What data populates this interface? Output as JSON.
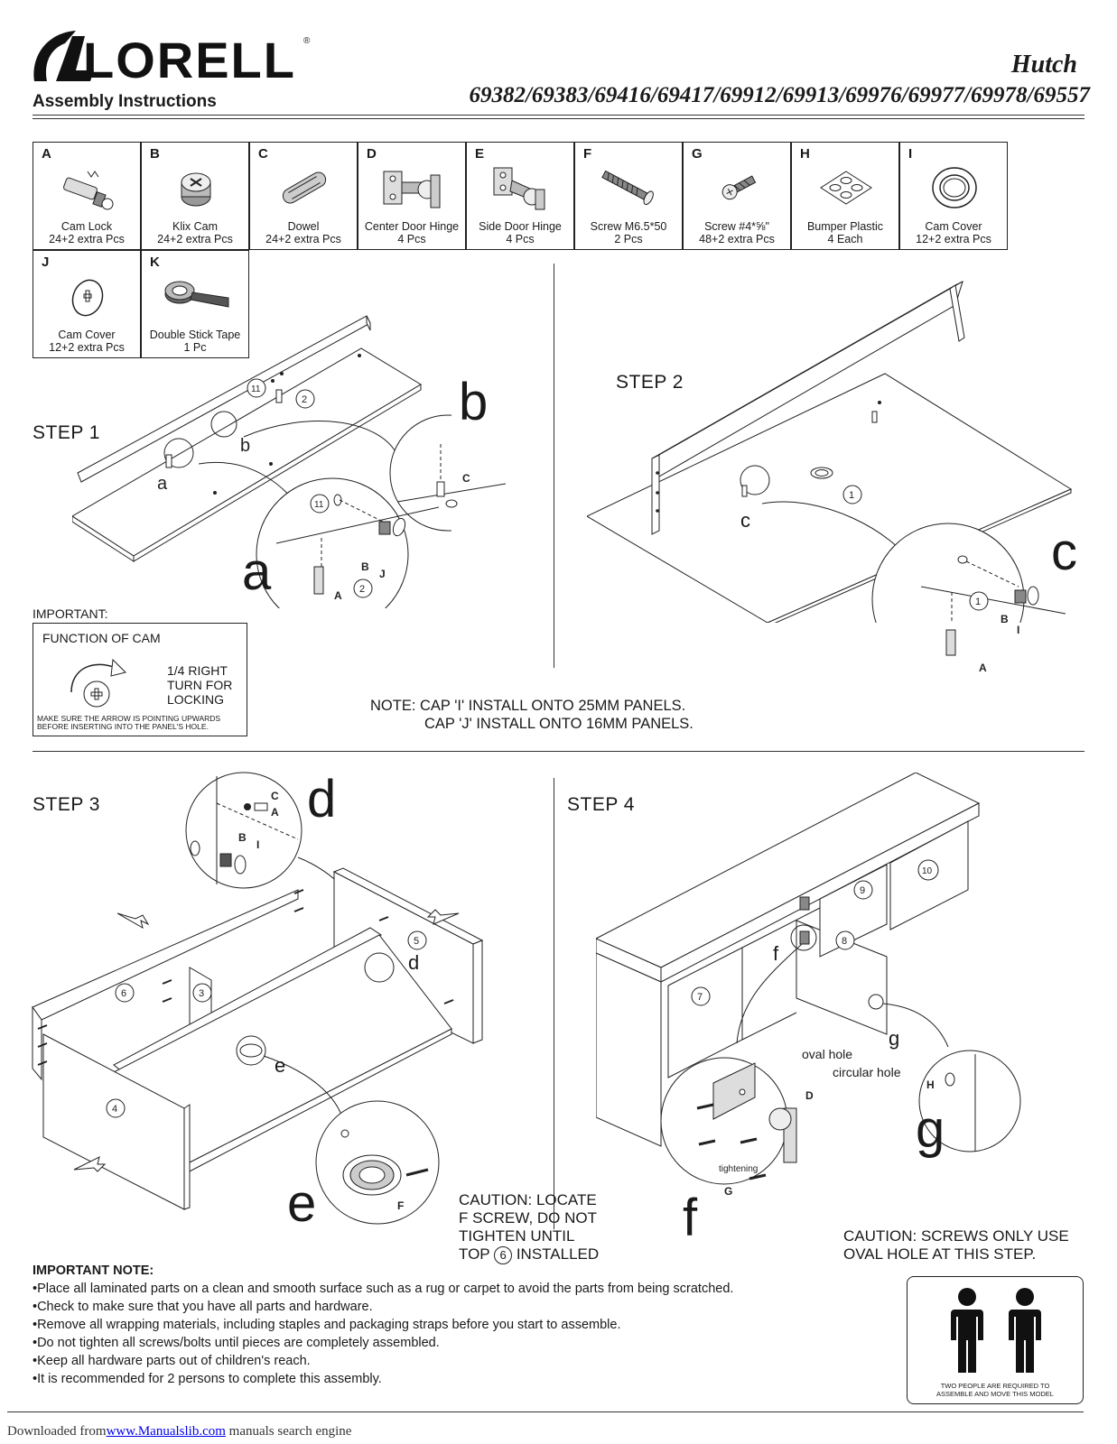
{
  "header": {
    "brand": "LORELL",
    "registered_mark": "®",
    "subtitle": "Assembly Instructions",
    "product": "Hutch",
    "models": "69382/69383/69416/69417/69912/69913/69976/69977/69978/69557"
  },
  "parts": [
    {
      "letter": "A",
      "name": "Cam Lock",
      "qty": "24+2 extra Pcs",
      "icon": "cam-lock-icon"
    },
    {
      "letter": "B",
      "name": "Klix Cam",
      "qty": "24+2 extra Pcs",
      "icon": "klix-cam-icon"
    },
    {
      "letter": "C",
      "name": "Dowel",
      "qty": "24+2 extra Pcs",
      "icon": "dowel-icon"
    },
    {
      "letter": "D",
      "name": "Center Door Hinge",
      "qty": "4 Pcs",
      "icon": "center-hinge-icon"
    },
    {
      "letter": "E",
      "name": "Side Door Hinge",
      "qty": "4 Pcs",
      "icon": "side-hinge-icon"
    },
    {
      "letter": "F",
      "name": "Screw M6.5*50",
      "qty": "2 Pcs",
      "icon": "long-screw-icon"
    },
    {
      "letter": "G",
      "name": "Screw #4*⅝\"",
      "qty": "48+2 extra Pcs",
      "icon": "short-screw-icon"
    },
    {
      "letter": "H",
      "name": "Bumper Plastic",
      "qty": "4 Each",
      "icon": "bumper-icon"
    },
    {
      "letter": "I",
      "name": "Cam Cover",
      "qty": "12+2 extra Pcs",
      "icon": "cam-cover-ring-icon"
    },
    {
      "letter": "J",
      "name": "Cam Cover",
      "qty": "12+2 extra Pcs",
      "icon": "cam-cover-disc-icon"
    },
    {
      "letter": "K",
      "name": "Double Stick Tape",
      "qty": "1 Pc",
      "icon": "tape-roll-icon"
    }
  ],
  "steps": {
    "step1": "STEP 1",
    "step2": "STEP 2",
    "step3": "STEP 3",
    "step4": "STEP 4"
  },
  "callouts": {
    "a": "a",
    "b": "b",
    "c": "c",
    "d": "d",
    "e": "e",
    "f": "f",
    "g": "g"
  },
  "important": {
    "label": "IMPORTANT:",
    "function_title": "FUNCTION OF CAM",
    "turn_lines": [
      "1/4 RIGHT",
      "TURN FOR",
      "LOCKING"
    ],
    "arrow_note": "MAKE SURE THE ARROW IS POINTING UPWARDS BEFORE INSERTING INTO THE PANEL'S HOLE."
  },
  "note": {
    "line1": "NOTE: CAP 'I' INSTALL ONTO 25MM PANELS.",
    "line2": "CAP 'J' INSTALL ONTO 16MM PANELS."
  },
  "step4_labels": {
    "oval": "oval hole",
    "circular": "circular hole",
    "tightening": "tightening"
  },
  "caution_step3": [
    "CAUTION: LOCATE",
    "F SCREW, DO NOT",
    "TIGHTEN UNTIL",
    "TOP",
    "6",
    "INSTALLED"
  ],
  "caution_step4": [
    "CAUTION: SCREWS ONLY USE",
    "OVAL HOLE AT THIS STEP."
  ],
  "important_note": {
    "heading": "IMPORTANT NOTE:",
    "items": [
      "Place all laminated parts on a clean and smooth surface such as a rug or carpet to avoid the parts from being scratched.",
      "Check to make sure that you have all parts and hardware.",
      "Remove all wrapping materials, including staples and packaging straps before you start to assemble.",
      "Do not tighten all screws/bolts until pieces are completely assembled.",
      "Keep all hardware parts out of children's reach.",
      "It is recommended for 2 persons to complete this assembly."
    ]
  },
  "two_people": [
    "TWO PEOPLE ARE REQUIRED TO",
    "ASSEMBLE AND MOVE THIS MODEL"
  ],
  "footer": {
    "prefix": "Downloaded from",
    "link": "www.Manualslib.com",
    "suffix": " manuals search engine"
  }
}
